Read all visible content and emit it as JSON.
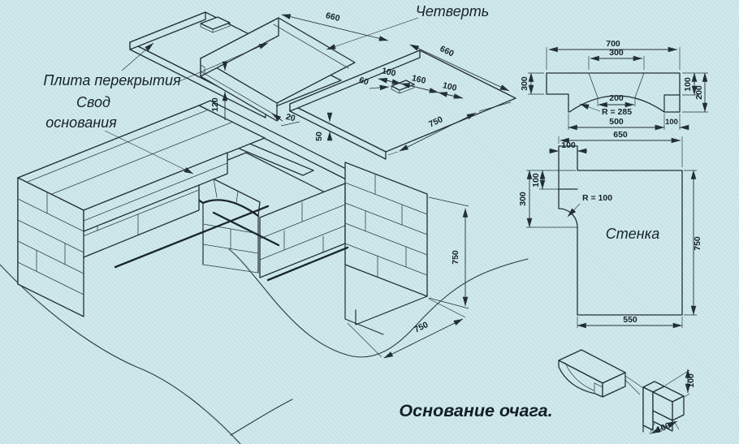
{
  "caption": "Основание очага.",
  "palette": {
    "paper": "#cfe9ec",
    "ink": "#1c2730"
  },
  "iso_view": {
    "labels": {
      "cover_plate": "Плита перекрытия",
      "vault_l1": "Свод",
      "vault_l2": "основания",
      "quarter": "Четверть"
    },
    "dims": {
      "plate_b_width": "660",
      "plate_b_thickness": "120",
      "plate_b_step": "20",
      "plate_c_thickness": "50",
      "plate_c_width": "660",
      "plate_c_hole_offset": "60",
      "hole_chain_a": "100",
      "hole_chain_b": "160",
      "hole_chain_c": "100",
      "plate_c_length": "750",
      "base_height": "750",
      "base_depth": "750"
    }
  },
  "vault_view": {
    "dims": {
      "top_width": "700",
      "top_opening": "300",
      "end_height_left": "300",
      "crown_width": "200",
      "span": "500",
      "seat_width": "100",
      "rebate_depth": "100",
      "end_height_right": "200"
    },
    "radius_label": "R = 285"
  },
  "wall_view": {
    "label": "Стенка",
    "dims": {
      "top_width": "650",
      "tab_width": "100",
      "notch_depth": "100",
      "shoulder": "300",
      "height": "750",
      "bottom_width": "550"
    },
    "radius_label": "R = 100"
  },
  "joint_view": {
    "dims": {
      "notch_height": "100",
      "notch_width": "100"
    }
  }
}
